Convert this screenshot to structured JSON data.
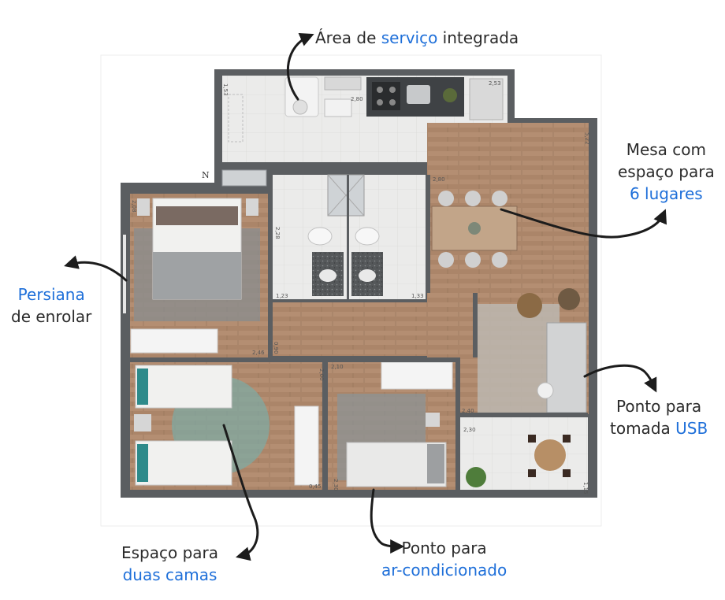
{
  "colors": {
    "accent": "#1e6fd9",
    "wall": "#5b5e61",
    "wood": "#a9846a",
    "tile": "#e7e7e5",
    "ink": "#2b2b2b"
  },
  "callouts": {
    "service_area": {
      "part1": "Área de ",
      "part2": "serviço",
      "part3": " integrada"
    },
    "dining": {
      "line1": "Mesa com",
      "line2": "espaço para",
      "line3": "6 lugares"
    },
    "blinds": {
      "line1": "Persiana",
      "line2": "de enrolar"
    },
    "usb": {
      "line1": "Ponto para",
      "line2a": "tomada ",
      "line2b": "USB"
    },
    "beds": {
      "line1": "Espaço para",
      "line2": "duas camas"
    },
    "ac": {
      "line1": "Ponto para",
      "line2": "ar-condicionado"
    }
  },
  "north_marker": "N",
  "dimensions": [
    "1,53",
    "2,53",
    "2,80",
    "5,22",
    "2,80",
    "2,08",
    "2,28",
    "1,23",
    "1,33",
    "2,46",
    "0,90",
    "2,00",
    "2,10",
    "2,40",
    "2,30",
    "0,45",
    "2,30",
    "1,15"
  ]
}
